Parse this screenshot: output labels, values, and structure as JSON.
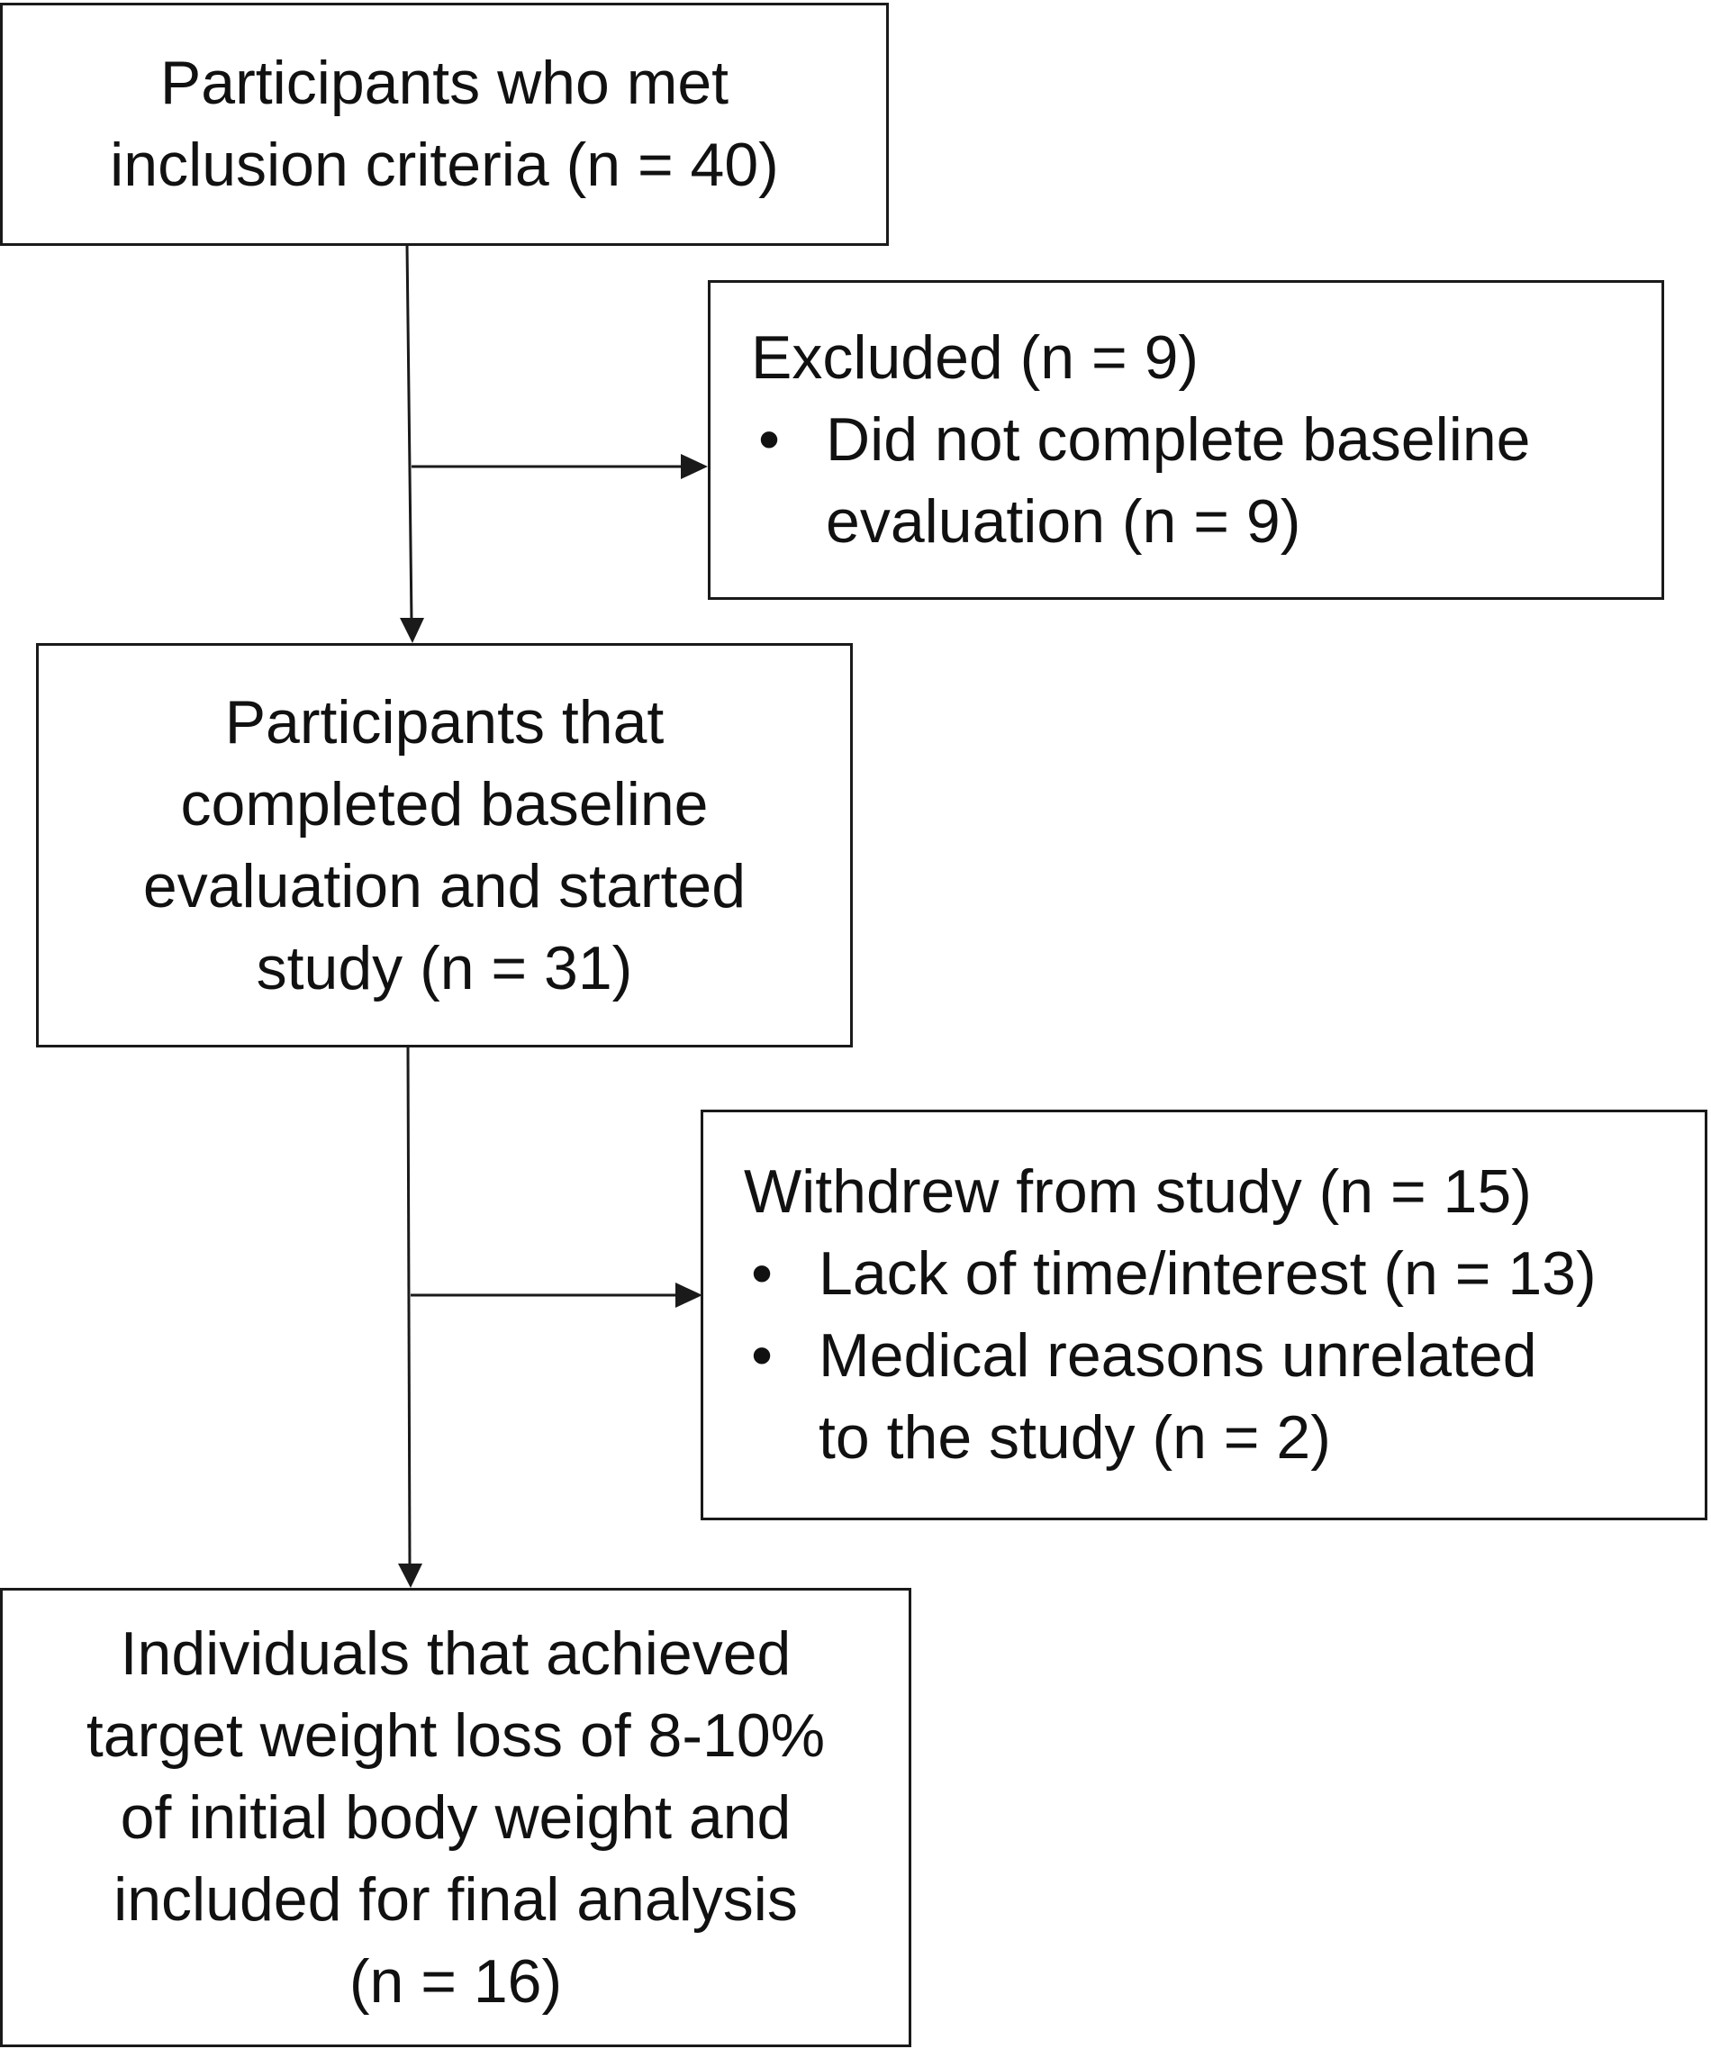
{
  "flowchart": {
    "box1": {
      "lines": [
        "Participants who met",
        "inclusion criteria (n = 40)"
      ]
    },
    "excluded": {
      "heading": "Excluded (n = 9)",
      "items": [
        {
          "lines": [
            "Did not complete baseline",
            "evaluation (n = 9)"
          ]
        }
      ]
    },
    "box2": {
      "lines": [
        "Participants that",
        "completed baseline",
        "evaluation and started",
        "study (n = 31)"
      ]
    },
    "withdrew": {
      "heading": "Withdrew from study (n = 15)",
      "items": [
        {
          "lines": [
            "Lack of time/interest (n = 13)"
          ]
        },
        {
          "lines": [
            "Medical reasons unrelated",
            "to the study (n = 2)"
          ]
        }
      ]
    },
    "box3": {
      "lines": [
        "Individuals that achieved",
        "target weight loss of 8-10%",
        "of initial body weight and",
        "included for final analysis",
        "(n = 16)"
      ]
    },
    "bullet_char": "•"
  }
}
